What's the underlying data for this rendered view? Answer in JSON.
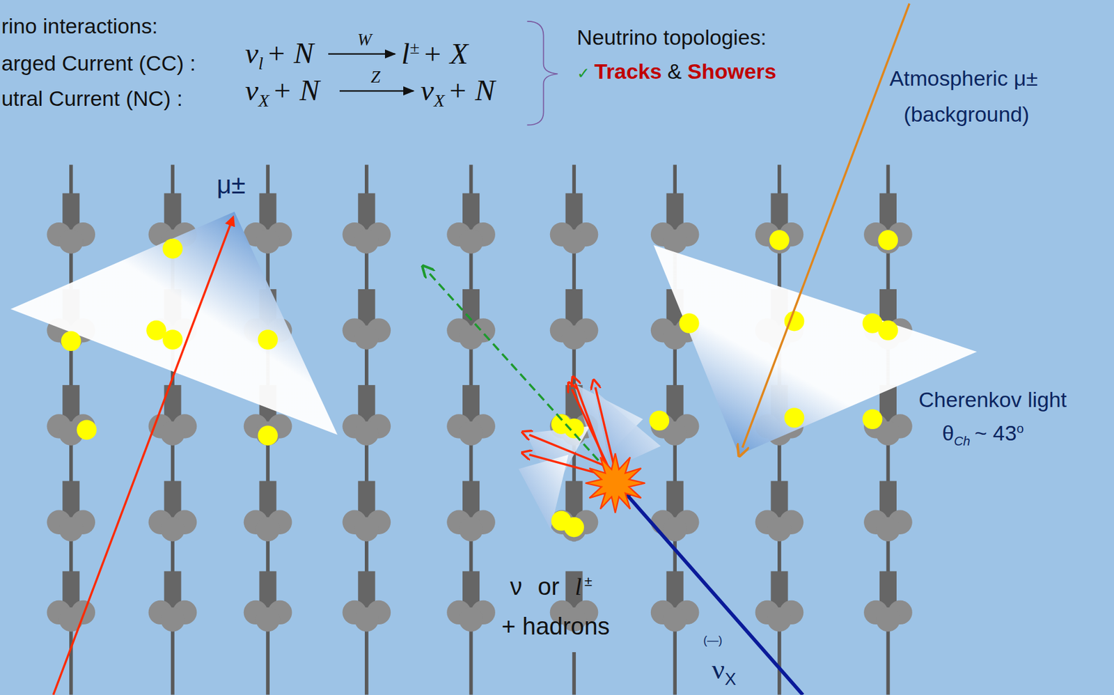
{
  "diagram": {
    "labels": [
      "rino interactions:",
      "arged Current (CC) :",
      "utral Current (NC) :",
      "ν",
      "l",
      "+ N",
      "W",
      "l",
      "±",
      "+ X",
      "ν",
      "X",
      "+ N",
      "Z",
      "ν",
      "X",
      "+ N",
      "Neutrino topologies:",
      "✓",
      "Tracks",
      "&",
      "Showers",
      "Atmospheric μ±",
      "(background)",
      "μ±",
      "Cherenkov light",
      "θ",
      "Ch",
      "~ 43",
      "o",
      "ν",
      "or",
      "l",
      "±",
      "+ hadrons",
      "(—)",
      "ν",
      "X"
    ]
  }
}
